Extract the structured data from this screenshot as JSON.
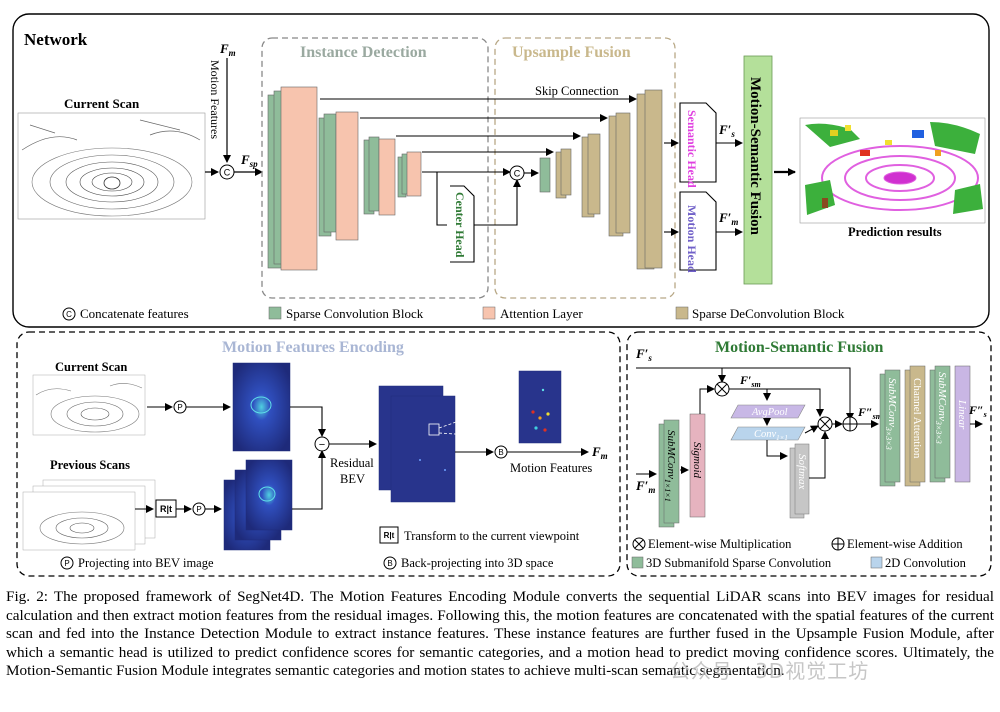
{
  "network": {
    "title": "Network",
    "current_scan": "Current Scan",
    "fm": "F",
    "fm_sub": "m",
    "motion_features_vertical": "Motion Features",
    "fsp": "F",
    "fsp_sub": "sp",
    "concat_symbol": "C",
    "instance_detection": "Instance Detection",
    "upsample_fusion": "Upsample Fusion",
    "skip_connection": "Skip Connection",
    "center_head": "Center Head",
    "semantic_head": "Semantic Head",
    "motion_head": "Motion Head",
    "fs_prime": "F′",
    "fs_sub": "s",
    "fm_prime": "F′",
    "fm_prime_sub": "m",
    "motion_semantic_fusion_vertical": "Motion-Semantic Fusion",
    "prediction_results": "Prediction results"
  },
  "legend_top": {
    "concat": "Concatenate features",
    "sparse_conv": "Sparse Convolution Block",
    "attention": "Attention Layer",
    "sparse_deconv": "Sparse DeConvolution Block"
  },
  "mfe": {
    "title": "Motion Features Encoding",
    "current_scan": "Current Scan",
    "previous_scans": "Previous Scans",
    "p_symbol": "P",
    "rt_symbol": "R|t",
    "b_symbol": "B",
    "minus_symbol": "−",
    "residual_bev_1": "Residual",
    "residual_bev_2": "BEV",
    "fm": "F",
    "fm_sub": "m",
    "motion_features": "Motion Features",
    "legend_p": "Projecting into BEV image",
    "legend_rt": "Transform to the current viewpoint",
    "legend_b": "Back-projecting into 3D space"
  },
  "msf": {
    "title": "Motion-Semantic Fusion",
    "fs": "F′",
    "fs_sub": "s",
    "fm": "F′",
    "fm_sub": "m",
    "fsm": "F′",
    "fsm_sub": "sm",
    "fsm2": "F″",
    "fsm2_sub": "sm",
    "fs2": "F″",
    "fs2_sub": "s",
    "subm_conv": "SubMConv",
    "subm_conv_sub": "1×1×1",
    "sigmoid": "Sigmoid",
    "avgpool": "AvgPool",
    "conv": "Conv",
    "conv_sub": "1×1",
    "softmax": "Softmax",
    "subm_conv3": "SubMConv",
    "subm_conv3_sub": "3×3×3",
    "channel_attention": "Channel Attention",
    "linear": "Linear",
    "legend_mult": "Element-wise Multiplication",
    "legend_add": "Element-wise Addition",
    "legend_3d": "3D Submanifold Sparse Convolution",
    "legend_2d": "2D Convolution"
  },
  "colors": {
    "sparse_conv": "#8fbc9a",
    "attention": "#f7c4ae",
    "sparse_deconv": "#c9b88c",
    "fusion_green": "#b4e09a",
    "sigmoid_pink": "#e6b3bf",
    "avgpool_purple": "#c8b8e6",
    "conv_blue": "#b9d4ec",
    "softmax_gray": "#c6c6c6",
    "linear_purple": "#c9b6e4",
    "channel_tan": "#c9b88c",
    "semantic_text": "#e040e0",
    "motion_text": "#7060c8",
    "title_green": "#2f7a35",
    "title_gray": "#9aa9a0",
    "title_tan": "#c9b88c",
    "mfe_title": "#a9b6d4",
    "bev_blue": "#28348c"
  },
  "caption": "Fig. 2: The proposed framework of SegNet4D. The Motion Features Encoding Module converts the sequential LiDAR scans into BEV images for residual calculation and then extract motion features from the residual images. Following this, the motion features are concatenated with the spatial features of the current scan and fed into the Instance Detection Module to extract instance features. These instance features are further fused in the Upsample Fusion Module, after which a semantic head is utilized to predict confidence scores for semantic categories, and a motion head to predict moving confidence scores. Ultimately, the Motion-Semantic Fusion Module integrates semantic categories and motion states to achieve multi-scan semantic segmentation.",
  "watermark": "公众号 · 3D视觉工坊"
}
